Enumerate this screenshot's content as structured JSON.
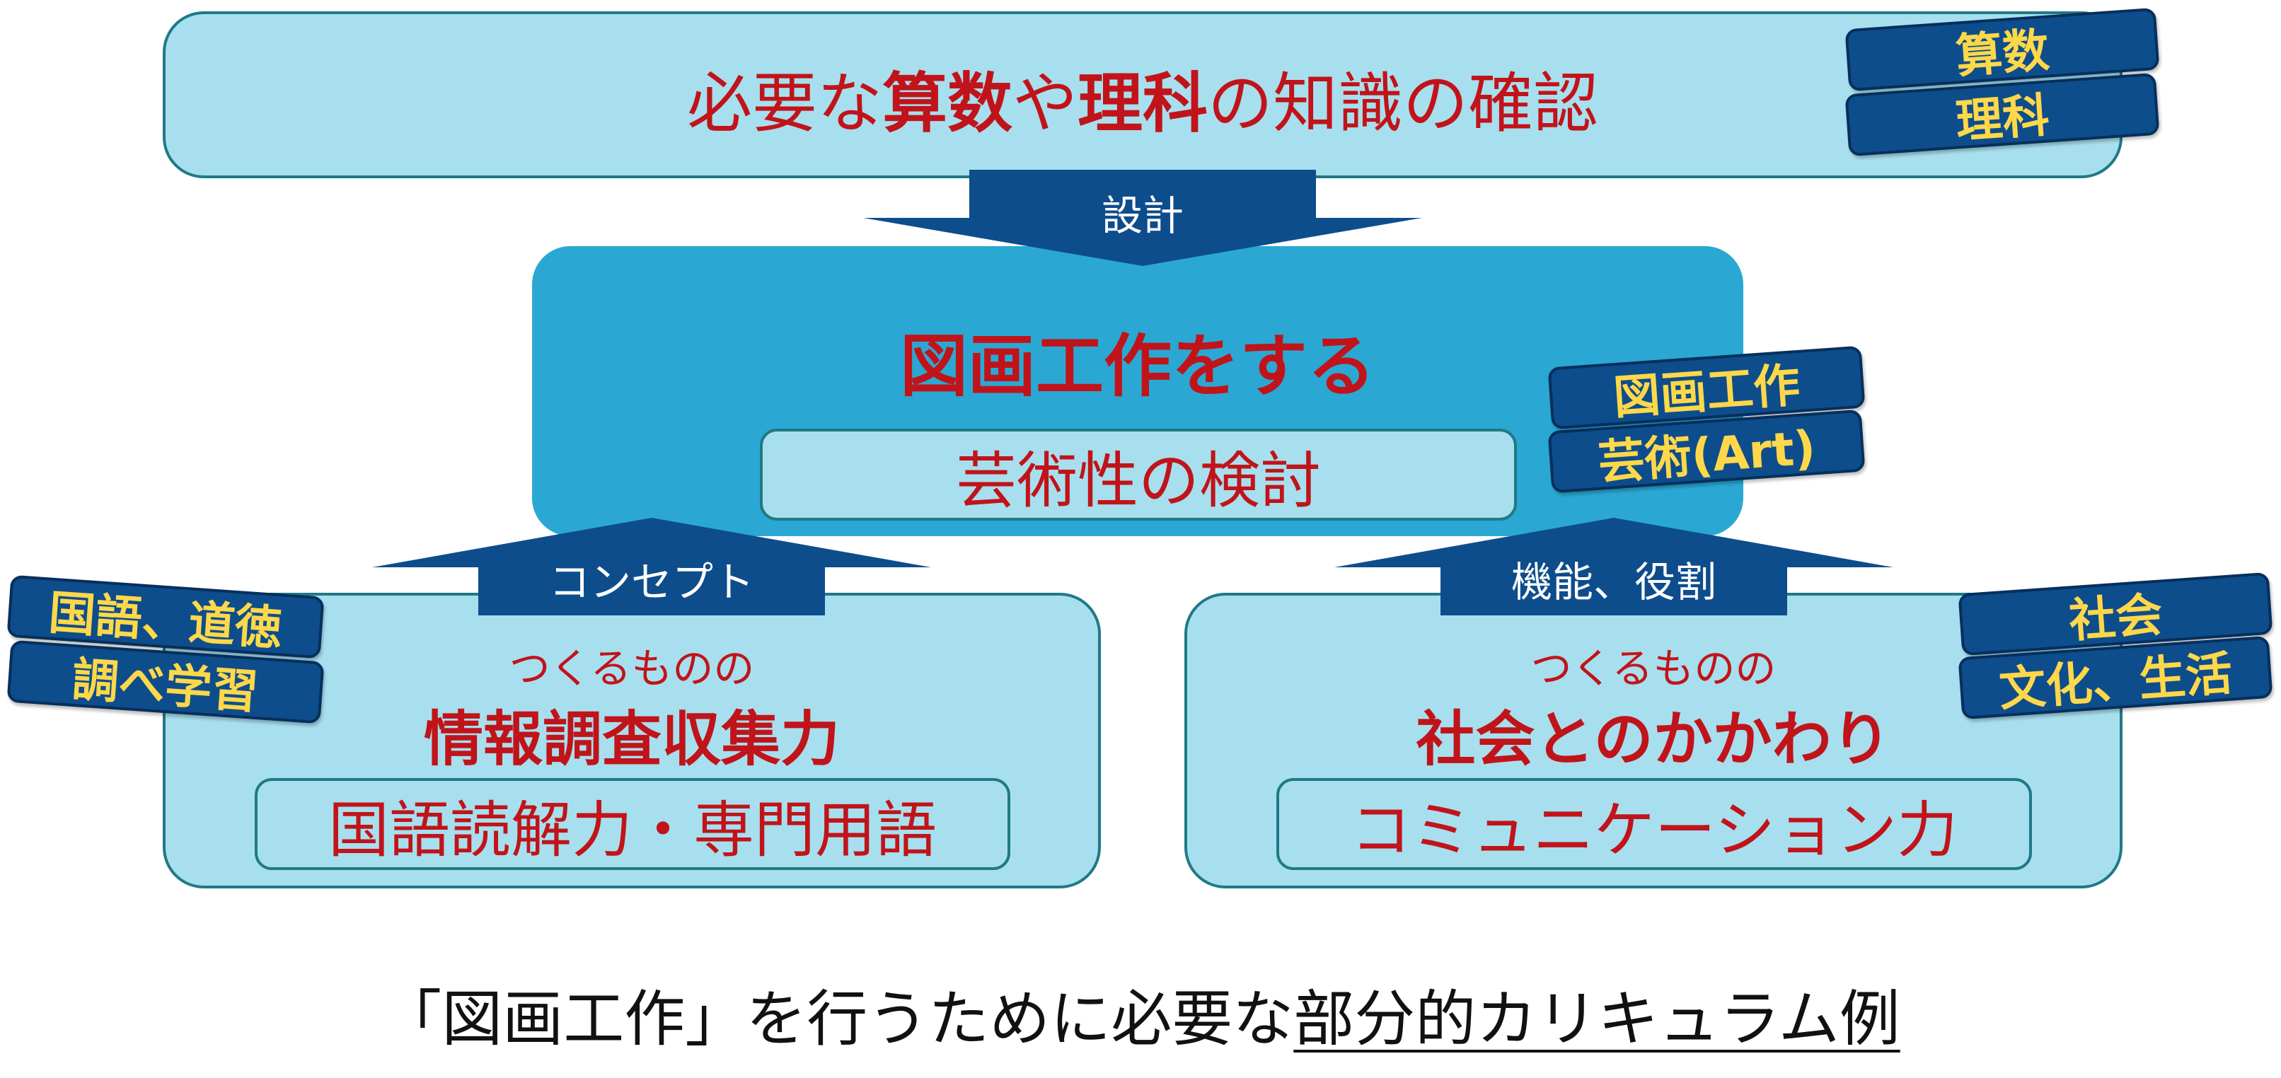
{
  "colors": {
    "light_box": "#a8dfee",
    "center_box": "#2aa8d3",
    "border": "#1f7a86",
    "accent_red": "#c0141a",
    "tag_bg": "#0e4d8c",
    "tag_text": "#ffd84a",
    "arrow": "#0e4d8c"
  },
  "top": {
    "pre": "必要な",
    "bold1": "算数",
    "mid": "や",
    "bold2": "理科",
    "post": "の知識の確認",
    "tags": [
      "算数",
      "理科"
    ]
  },
  "arrows": {
    "design": "設計",
    "concept": "コンセプト",
    "function": "機能、役割"
  },
  "center": {
    "title": "図画工作をする",
    "inner": "芸術性の検討",
    "tags": [
      "図画工作",
      "芸術(Art)"
    ]
  },
  "left": {
    "sub": "つくるものの",
    "title": "情報調査収集力",
    "inner": "国語読解力・専門用語",
    "tags": [
      "国語、道徳",
      "調べ学習"
    ]
  },
  "right": {
    "sub": "つくるものの",
    "title": "社会とのかかわり",
    "inner": "コミュニケーション力",
    "tags": [
      "社会",
      "文化、生活"
    ]
  },
  "caption": {
    "main": "「図画工作」を行うために必要な",
    "underlined": "部分的カリキュラム例"
  }
}
